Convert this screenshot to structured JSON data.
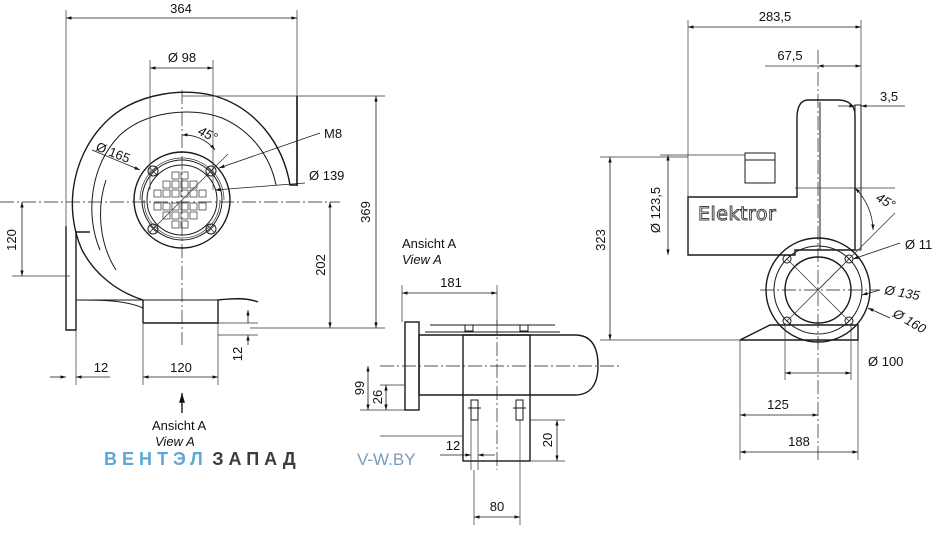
{
  "front_view": {
    "dims": {
      "width": "364",
      "inlet": "Ø 98",
      "angle": "45°",
      "bolt": "M8",
      "bolt_circle": "Ø 139",
      "flange": "Ø 165",
      "height": "369",
      "axis_h": "120",
      "outlet_h": "202",
      "base_t": "12",
      "foot_w": "12",
      "base_w": "120"
    },
    "view_label": "Ansicht A",
    "view_label_en": "View A"
  },
  "view_a": {
    "label": "Ansicht A",
    "label_en": "View A",
    "dims": {
      "len": "181",
      "h99": "99",
      "h26": "26",
      "h20": "20",
      "w12": "12",
      "w80": "80"
    }
  },
  "side_view": {
    "dims": {
      "len": "283,5",
      "offset": "67,5",
      "gap": "3,5",
      "motor_dia": "Ø 123,5",
      "height": "323",
      "angle": "45°",
      "hole": "Ø 11",
      "d135": "Ø 135",
      "d160": "Ø 160",
      "d100": "Ø 100",
      "w125": "125",
      "w188": "188"
    },
    "brand": "Elektror"
  },
  "watermark": {
    "blue_part": "ВЕНТЭЛ",
    "dark_part": "ЗАПАД",
    "site": "V-W.BY",
    "colors": {
      "blue": "#5ea7d6",
      "dark": "#3c3c3c",
      "site": "#7a9bb8"
    }
  }
}
